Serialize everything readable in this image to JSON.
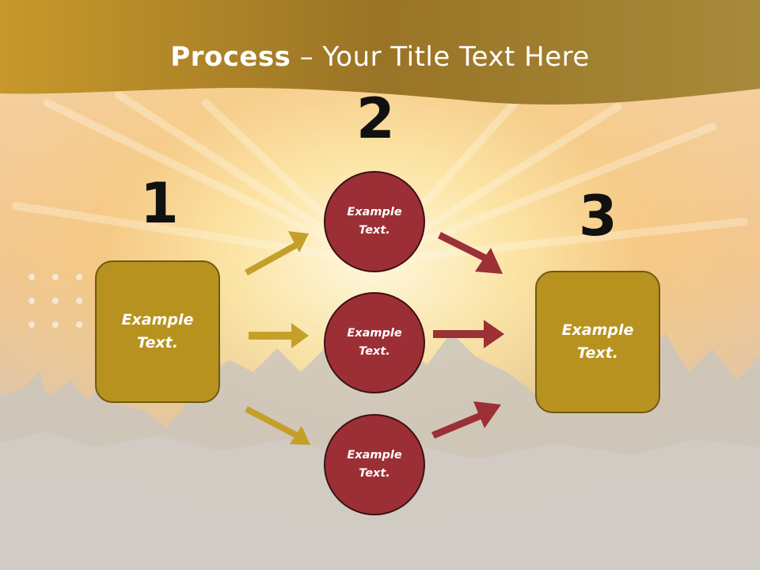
{
  "title": {
    "bold": "Process",
    "rest": " – Your Title Text Here"
  },
  "steps": {
    "one": "1",
    "two": "2",
    "three": "3"
  },
  "left_box": {
    "text": "Example Text."
  },
  "circles": [
    {
      "text": "Example Text."
    },
    {
      "text": "Example Text."
    },
    {
      "text": "Example Text."
    }
  ],
  "right_box": {
    "text": "Example Text."
  },
  "colors": {
    "gold": "#b8921f",
    "red": "#9b2f35",
    "arrow_gold": "#c4a02a",
    "arrow_red": "#9b3036",
    "header": "#a8801f"
  }
}
